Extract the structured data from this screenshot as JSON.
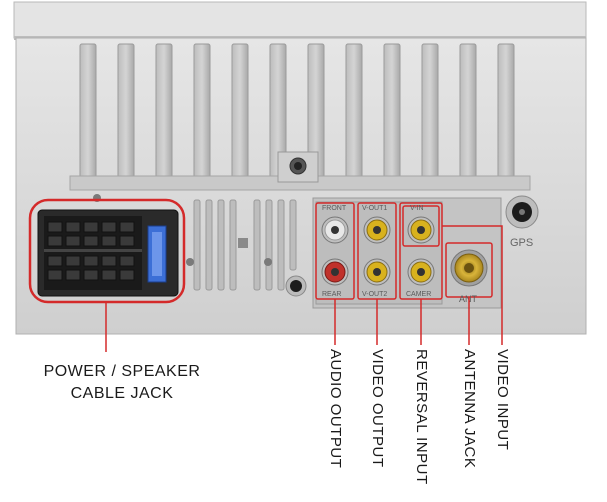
{
  "panel_labels": {
    "audio_front": "FRONT",
    "audio_rear": "REAR",
    "video_top": "V-OUT1",
    "video_bottom": "V-OUT2",
    "camera_top": "V-IN",
    "camera_bottom": "CAMER",
    "antenna": "ANT",
    "gps": "GPS"
  },
  "callouts": {
    "power_speaker_line1": "POWER / SPEAKER",
    "power_speaker_line2": "CABLE JACK",
    "audio_output": "AUDIO OUTPUT",
    "video_output": "VIDEO OUTPUT",
    "reversal_input": "REVERSAL INPUT",
    "antenna_jack": "ANTENNA JACK",
    "video_input": "VIDEO INPUT"
  },
  "colors": {
    "highlight": "#d42a2a",
    "chassis": "#d9d9d9",
    "chassis_dark": "#a8a8a8",
    "rca_red": "#c0312b",
    "rca_yellow": "#d8b21e",
    "rca_white": "#e8e8e8",
    "antenna_gold": "#c9a227",
    "connector_black": "#2a2a2a",
    "fuse_blue": "#3c6fd6"
  }
}
